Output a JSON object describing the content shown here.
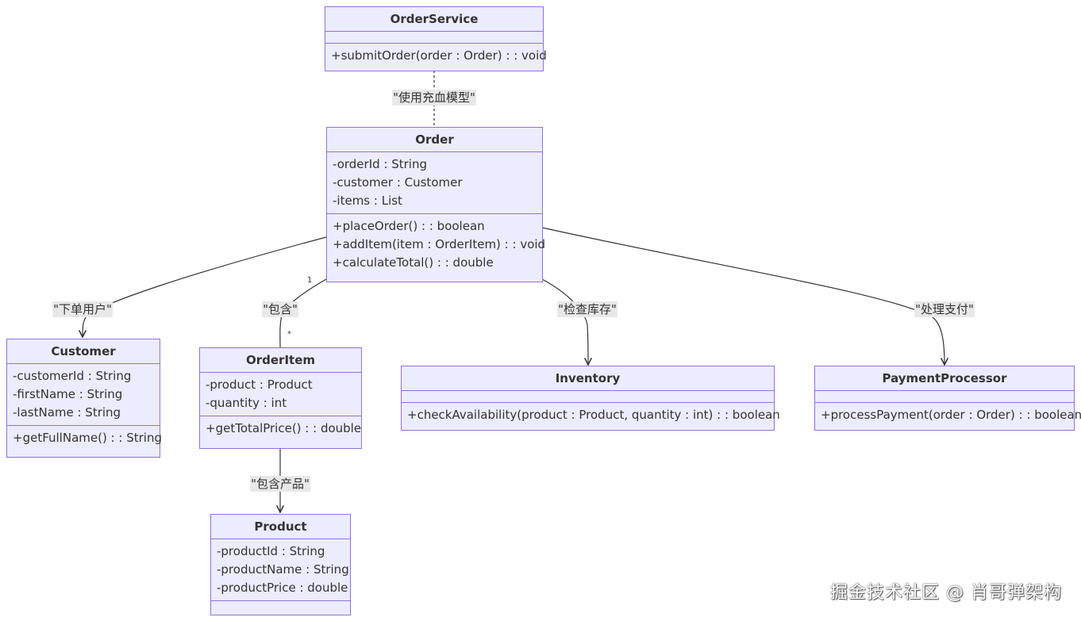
{
  "classes": {
    "order_service": {
      "name": "OrderService",
      "attributes": [],
      "methods": [
        "+submitOrder(order : Order) : : void"
      ]
    },
    "order": {
      "name": "Order",
      "attributes": [
        "-orderId : String",
        "-customer : Customer",
        "-items : List"
      ],
      "methods": [
        "+placeOrder() : : boolean",
        "+addItem(item : OrderItem) : : void",
        "+calculateTotal() : : double"
      ]
    },
    "customer": {
      "name": "Customer",
      "attributes": [
        "-customerId : String",
        "-firstName : String",
        "-lastName : String"
      ],
      "methods": [
        "+getFullName() : : String"
      ]
    },
    "order_item": {
      "name": "OrderItem",
      "attributes": [
        "-product : Product",
        "-quantity : int"
      ],
      "methods": [
        "+getTotalPrice() : : double"
      ]
    },
    "inventory": {
      "name": "Inventory",
      "attributes": [],
      "methods": [
        "+checkAvailability(product : Product, quantity : int) : : boolean"
      ]
    },
    "payment_processor": {
      "name": "PaymentProcessor",
      "attributes": [],
      "methods": [
        "+processPayment(order : Order) : : boolean"
      ]
    },
    "product": {
      "name": "Product",
      "attributes": [
        "-productId : String",
        "-productName : String",
        "-productPrice : double"
      ],
      "methods": []
    }
  },
  "relations": {
    "uses": "\"使用充血模型\"",
    "places": "\"下单用户\"",
    "contains": "\"包含\"",
    "contains_one": "1",
    "contains_many": "*",
    "check_inventory": "\"检查库存\"",
    "process_payment": "\"处理支付\"",
    "contains_product": "\"包含产品\""
  },
  "watermark": "掘金技术社区 @ 肖哥弹架构",
  "colors": {
    "class_fill": "#ECECFF",
    "class_border": "#9370DB",
    "edge": "#333333",
    "label_bg": "#e8e8e8"
  }
}
